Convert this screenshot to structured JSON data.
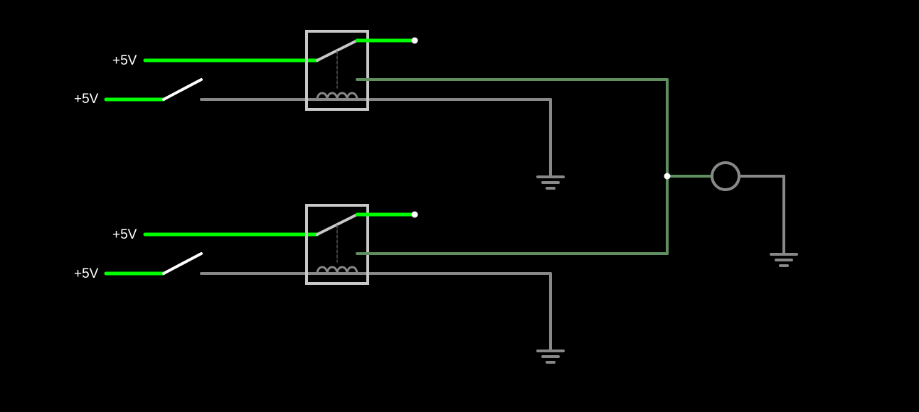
{
  "colors": {
    "background": "#000000",
    "live_wire": "#00ff00",
    "dead_wire": "#888888",
    "output_wire": "#5f8f5f",
    "relay_body": "#c8c8c8",
    "switch_lever": "#ffffff",
    "node": "#ffffff"
  },
  "supplies": {
    "top_relay_input": "+5V",
    "top_switch_input": "+5V",
    "bottom_relay_input": "+5V",
    "bottom_switch_input": "+5V"
  },
  "components": {
    "relays": [
      {
        "id": "relay-top",
        "contact": "closed",
        "coil": "de-energized"
      },
      {
        "id": "relay-bottom",
        "contact": "closed",
        "coil": "de-energized"
      }
    ],
    "switches": [
      {
        "id": "switch-top",
        "state": "open"
      },
      {
        "id": "switch-bottom",
        "state": "open"
      }
    ],
    "lamp": {
      "id": "output-lamp",
      "state": "off"
    },
    "grounds": 3
  }
}
